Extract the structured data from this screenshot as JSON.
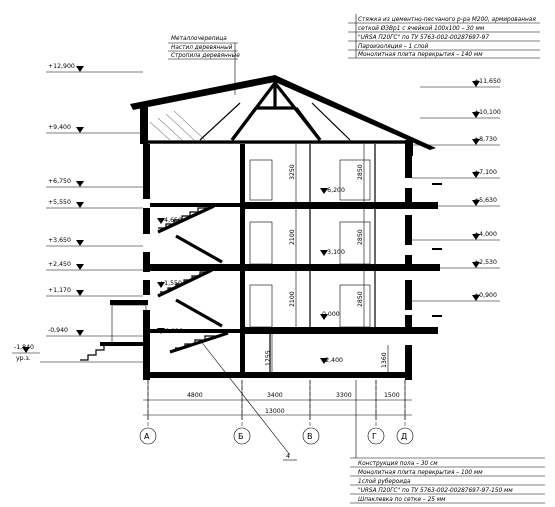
{
  "top_notes": {
    "lines": [
      "Стяжка из цементно-песчаного р-ра М200, армированная",
      "сеткой Ø3Вр1 с ячейкой 100х100 – 30 мм",
      "\"URSA П20ГС\" по ТУ 5763-002-00287697-97",
      "Пароизоляция – 1 слой",
      "Монолитная плита перекрытия – 140 мм"
    ]
  },
  "roof_notes": {
    "lines": [
      "Металлочерепица",
      "Настил деревянный",
      "Стропила деревянные"
    ]
  },
  "bottom_notes": {
    "lines": [
      "Конструкция пола – 30 см",
      "Монолитная плита перекрытия – 100 мм",
      "1слой рубероида",
      "\"URSA П20ГС\" по ТУ 5763-002-00287697-97-150 мм",
      "Шпаклевка по сетке – 25 мм"
    ]
  },
  "left_levels": [
    "+12,900",
    "+9,400",
    "+6,750",
    "+5,550",
    "+3,650",
    "+2,450",
    "+1,170",
    "-0,940",
    "-1,840"
  ],
  "ground_label": "ур.з.",
  "right_levels": [
    "+11,650",
    "+10,100",
    "+8,730",
    "+7,100",
    "+5,630",
    "+4,000",
    "+2,530",
    "+0,900"
  ],
  "inner_levels": [
    "+4,650",
    "+1,550",
    "-0,920",
    "+6,200",
    "+3,100",
    "0,000",
    "-2,400"
  ],
  "inner_dims": [
    "3250",
    "2850",
    "2100",
    "2850",
    "2100",
    "2850",
    "1755",
    "1360"
  ],
  "bottom_dims": [
    "4800",
    "3400",
    "3300",
    "1500"
  ],
  "overall_dim": "13000",
  "axes": [
    "А",
    "Б",
    "В",
    "Г",
    "Д"
  ],
  "leader_number": "4"
}
